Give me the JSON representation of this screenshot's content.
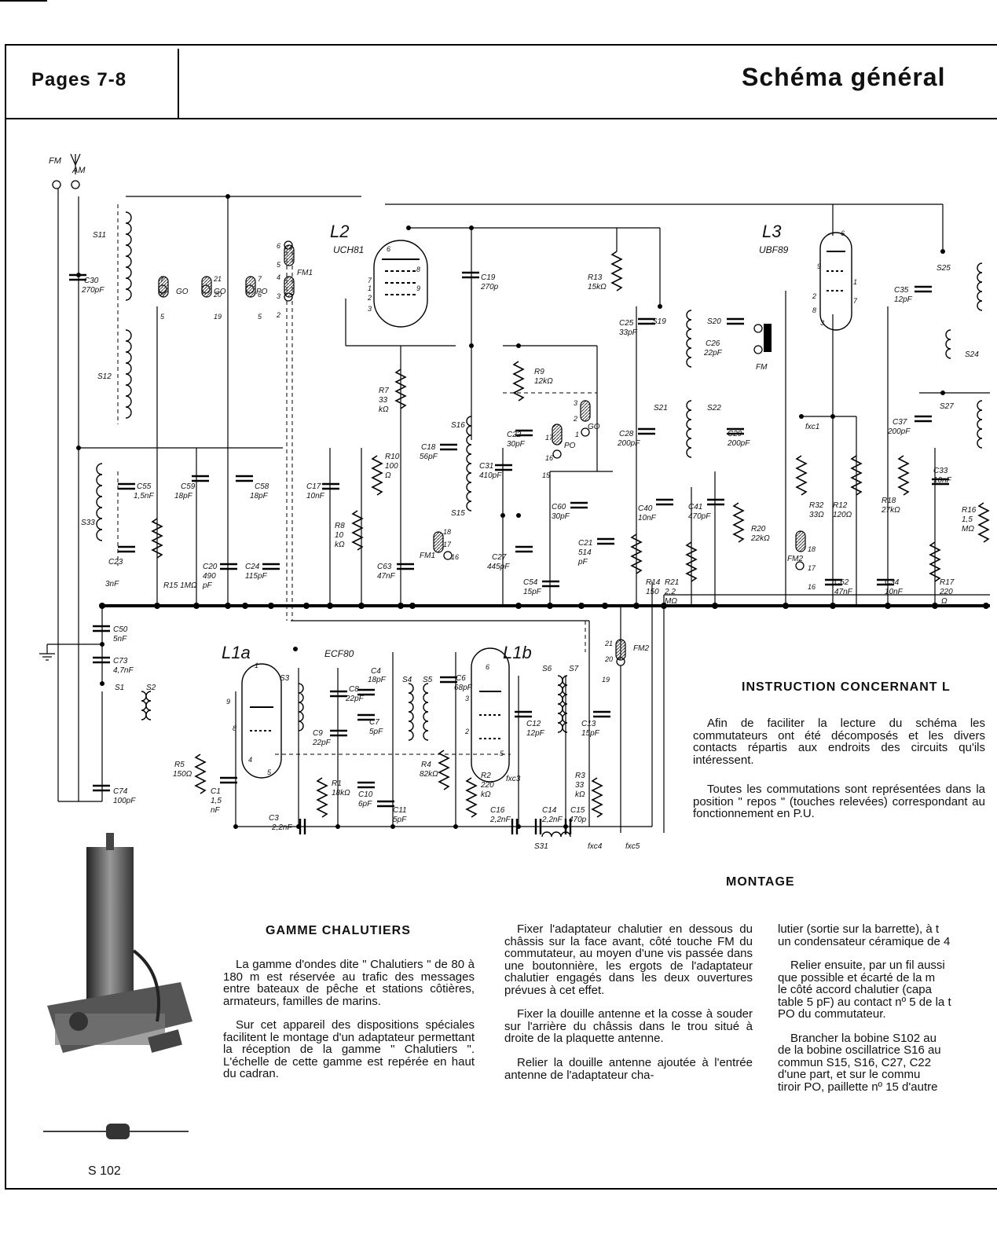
{
  "header": {
    "pages_label": "Pages 7-8",
    "title": "Schéma général"
  },
  "diagram": {
    "tubes": [
      {
        "ref": "L2",
        "type": "UCH81"
      },
      {
        "ref": "L3",
        "type": "UBF89"
      },
      {
        "ref": "L1a",
        "type": "ECF80"
      },
      {
        "ref": "L1b",
        "type": ""
      }
    ],
    "antenna_labels": [
      "FM",
      "AM"
    ],
    "components": [
      "C30 270pF",
      "S11",
      "S12",
      "S33",
      "C55 1,5nF",
      "C23 3nF",
      "R15 1MΩ",
      "C59 18pF",
      "C58 18pF",
      "C20 490pF",
      "C24 115pF",
      "C17 10nF",
      "R8 10kΩ",
      "R7 33kΩ",
      "R10 100Ω",
      "C63 47nF",
      "C19 270p",
      "C18 56pF",
      "S16",
      "S15",
      "R9 12kΩ",
      "C22 30pF",
      "C31 410pF",
      "C27 445pF",
      "C60 30pF",
      "C21 514pF",
      "C54 15pF",
      "R13 15kΩ",
      "S19",
      "S20",
      "C25 33pF",
      "C26 22pF",
      "S21",
      "S22",
      "C28 200pF",
      "C29 200pF",
      "C40 10nF",
      "C41 470pF",
      "R14 150Ω",
      "R21 2,2MΩ",
      "R20 22kΩ",
      "R32 33Ω",
      "R12 120Ω",
      "R18 27kΩ",
      "C62 47nF",
      "C34 10nF",
      "S25",
      "C35 12pF",
      "S24",
      "S27",
      "C37 200pF",
      "C33 10nF",
      "R16 1,5MΩ",
      "R17 220Ω",
      "C50 5nF",
      "C73 4,7nF",
      "S1",
      "S2",
      "C74 100pF",
      "R5 150Ω",
      "C1 1,5nF",
      "S3",
      "C8 22pF",
      "C9 22pF",
      "C4 18pF",
      "C7 5pF",
      "S4",
      "S5",
      "C6 68pF",
      "R1 18kΩ",
      "C10 6pF",
      "C11 5pF",
      "R4 82kΩ",
      "R2 220kΩ",
      "C16 2,2nF",
      "C3 2,2nF",
      "S6",
      "S7",
      "C12 12pF",
      "C13 15pF",
      "R3 33kΩ",
      "C14 2,2nF",
      "C15 470p",
      "S31",
      "fxc1",
      "fxc3",
      "fxc4",
      "fxc5",
      "FM1",
      "FM2",
      "GO",
      "PO",
      "FM"
    ]
  },
  "instruction": {
    "title": "INSTRUCTION CONCERNANT L",
    "p1": "Afin de faciliter la lecture du schéma les commutateurs ont été décomposés et les divers contacts répartis aux endroits des circuits qu'ils intéressent.",
    "p2": "Toutes les commutations sont représentées dans la position \" repos \" (touches relevées) correspondant au fonctionnement en P.U."
  },
  "montage": {
    "title": "MONTAGE",
    "col2_p1": "Fixer l'adaptateur chalutier en dessous du châssis sur la face avant, côté touche FM du commutateur, au moyen d'une vis passée dans une boutonnière, les ergots de l'adaptateur chalutier engagés dans les deux ouvertures prévues à cet effet.",
    "col2_p2": "Fixer la douille antenne et la cosse à souder sur l'arrière du châssis dans le trou situé à droite de la plaquette antenne.",
    "col2_p3": "Relier la douille antenne ajoutée à l'entrée antenne de l'adaptateur cha-",
    "col3_p1_l1": "lutier (sortie sur la barrette), à t",
    "col3_p1_l2": "un condensateur céramique de 4",
    "col3_p2_l1": "Relier ensuite, par un fil aussi",
    "col3_p2_l2": "que possible et écarté de la m",
    "col3_p2_l3": "le côté accord chalutier (capa",
    "col3_p2_l4": "table 5 pF) au contact nº 5 de la t",
    "col3_p2_l5": "PO du commutateur.",
    "col3_p3_l1": "Brancher la bobine S102 au",
    "col3_p3_l2": "de la bobine oscillatrice S16 au",
    "col3_p3_l3": "commun S15, S16, C27, C22",
    "col3_p3_l4": "d'une part, et sur le commu",
    "col3_p3_l5": "tiroir PO, paillette nº 15 d'autre"
  },
  "gamme": {
    "title": "GAMME CHALUTIERS",
    "p1": "La gamme d'ondes dite \" Chalutiers \" de 80 à 180 m est réservée au trafic des messages entre bateaux de pêche et stations côtières, armateurs, familles de marins.",
    "p2": "Sur cet appareil des dispositions spéciales facilitent le montage d'un adaptateur permettant la réception de la gamme \" Chalutiers \". L'échelle de cette gamme est repérée en haut du cadran."
  },
  "photo_caption": "S 102"
}
